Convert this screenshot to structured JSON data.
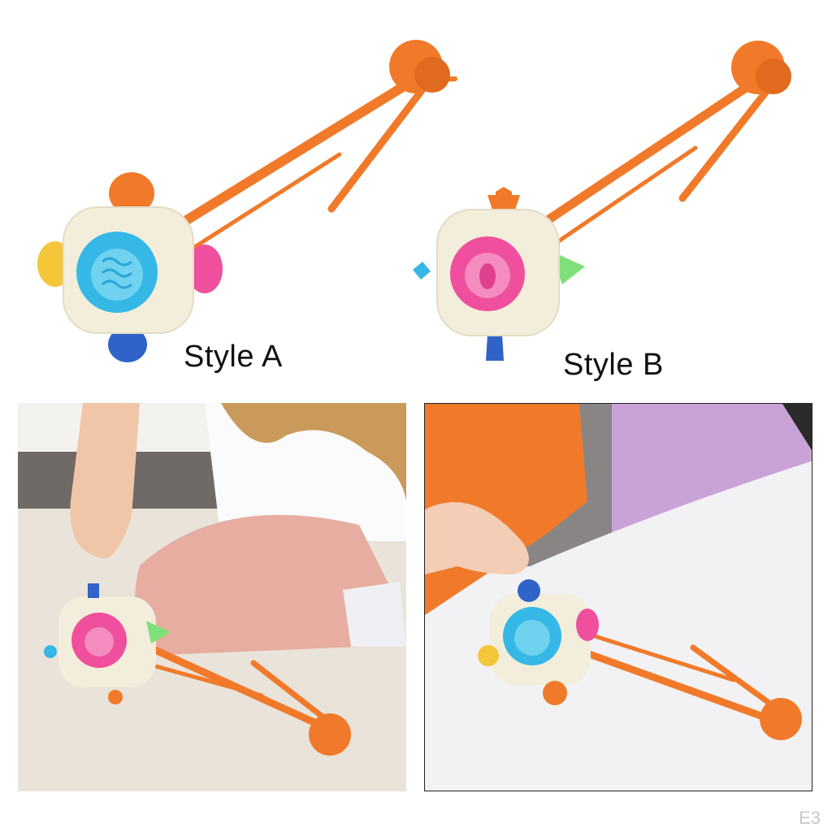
{
  "labels": {
    "style_a": "Style A",
    "style_b": "Style B"
  },
  "watermark": "E3",
  "colors": {
    "body_cream": "#f3eedb",
    "strap_orange": "#f07a2a",
    "cyan": "#35b8e6",
    "pink": "#ef4f9c",
    "yellow": "#f4c63a",
    "blue": "#2f63c8",
    "green": "#7fe07a",
    "carpet": "#ece7df",
    "table": "#f2f2f4"
  }
}
